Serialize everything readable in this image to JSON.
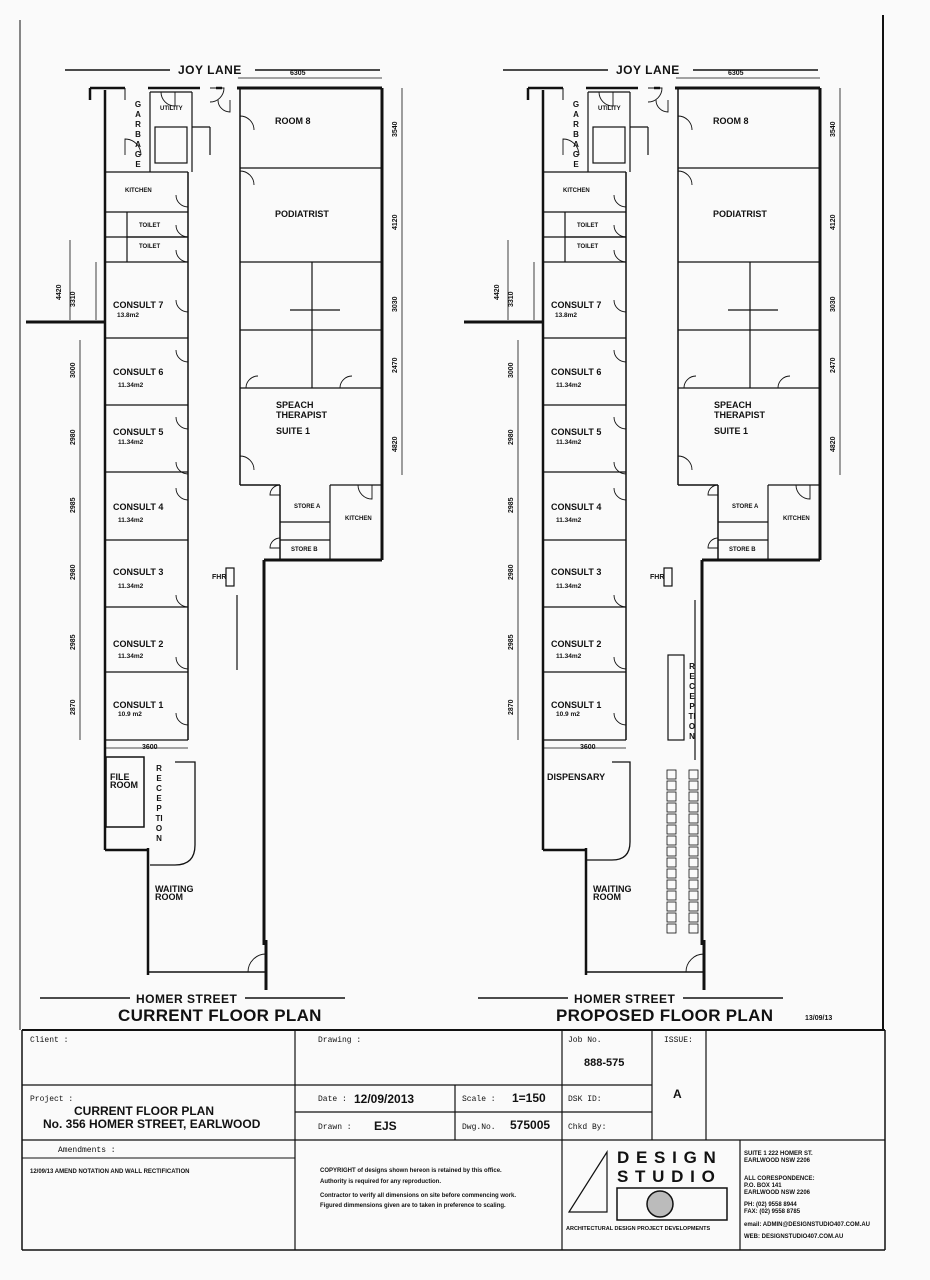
{
  "streets": {
    "top": "JOY LANE",
    "bottom": "HOMER STREET"
  },
  "plans": [
    {
      "title": "CURRENT FLOOR PLAN",
      "rooms": {
        "garbage": "GARBAGE",
        "utility": "UTILITY",
        "kitchen": "KITCHEN",
        "toilet1": "TOILET",
        "toilet2": "TOILET",
        "consult7": "CONSULT 7",
        "consult7_area": "13.8m2",
        "consult6": "CONSULT 6",
        "consult6_area": "11.34m2",
        "consult5": "CONSULT 5",
        "consult5_area": "11.34m2",
        "consult4": "CONSULT 4",
        "consult4_area": "11.34m2",
        "consult3": "CONSULT 3",
        "consult3_area": "11.34m2",
        "consult2": "CONSULT 2",
        "consult2_area": "11.34m2",
        "consult1": "CONSULT 1",
        "consult1_area": "10.9  m2",
        "room8": "ROOM 8",
        "podiatrist": "PODIATRIST",
        "speach1": "SPEACH",
        "speach2": "THERAPIST",
        "suite": "SUITE 1",
        "store_a": "STORE A",
        "store_b": "STORE B",
        "kitchen2": "KITCHEN",
        "fhr": "FHR",
        "file1": "FILE",
        "file2": "ROOM",
        "reception": "RECEPTION",
        "waiting1": "WAITING",
        "waiting2": "ROOM"
      },
      "dims": {
        "top": "6305",
        "d3540": "3540",
        "d4120": "4120",
        "d3030": "3030",
        "d2470": "2470",
        "d4820": "4820",
        "d4420": "4420",
        "d3310": "3310",
        "d3000": "3000",
        "d2980": "2980",
        "d2985": "2985",
        "d2980b": "2980",
        "d2985b": "2985",
        "d2870": "2870",
        "d3600": "3600"
      }
    },
    {
      "title": "PROPOSED FLOOR PLAN",
      "date": "13/09/13",
      "rooms": {
        "garbage": "GARBAGE",
        "utility": "UTILITY",
        "kitchen": "KITCHEN",
        "toilet1": "TOILET",
        "toilet2": "TOILET",
        "consult7": "CONSULT 7",
        "consult7_area": "13.8m2",
        "consult6": "CONSULT 6",
        "consult6_area": "11.34m2",
        "consult5": "CONSULT 5",
        "consult5_area": "11.34m2",
        "consult4": "CONSULT 4",
        "consult4_area": "11.34m2",
        "consult3": "CONSULT 3",
        "consult3_area": "11.34m2",
        "consult2": "CONSULT 2",
        "consult2_area": "11.34m2",
        "consult1": "CONSULT 1",
        "consult1_area": "10.9  m2",
        "room8": "ROOM 8",
        "podiatrist": "PODIATRIST",
        "speach1": "SPEACH",
        "speach2": "THERAPIST",
        "suite": "SUITE 1",
        "store_a": "STORE A",
        "store_b": "STORE B",
        "kitchen2": "KITCHEN",
        "fhr": "FHR",
        "reception": "RECEPTION",
        "dispensary": "DISPENSARY",
        "waiting1": "WAITING",
        "waiting2": "ROOM"
      },
      "dims": {
        "top": "6305",
        "d3540": "3540",
        "d4120": "4120",
        "d3030": "3030",
        "d2470": "2470",
        "d4820": "4820",
        "d4420": "4420",
        "d3310": "3310",
        "d3000": "3000",
        "d2980": "2980",
        "d2985": "2985",
        "d2980b": "2980",
        "d2985b": "2985",
        "d2870": "2870",
        "d3600": "3600"
      }
    }
  ],
  "title_block": {
    "client_label": "Client :",
    "drawing_label": "Drawing :",
    "job_label": "Job No.",
    "job_no": "888-575",
    "issue_label": "ISSUE:",
    "issue": "A",
    "project_label": "Project :",
    "project_line1": "CURRENT FLOOR PLAN",
    "project_line2": "No. 356 HOMER STREET, EARLWOOD",
    "date_label": "Date :",
    "date": "12/09/2013",
    "scale_label": "Scale :",
    "scale": "1=150",
    "dsk_label": "DSK ID:",
    "drawn_label": "Drawn :",
    "drawn": "EJS",
    "dwg_label": "Dwg.No.",
    "dwg_no": "575005",
    "chkd_label": "Chkd By:",
    "amendments_label": "Amendments :",
    "amendment": "12/09/13  AMEND NOTATION AND WALL RECTIFICATION",
    "copyright1": "COPYRIGHT of designs shown hereon is retained by this office.",
    "copyright2": "Authority is required for any reproduction.",
    "copyright3": "Contractor to verify all dimensions on site before commencing work.",
    "copyright4": "Figured dimmensions given are to taken in preference to scaling.",
    "logo_top": "D E S I G N",
    "logo_bottom": "S T U D I O",
    "logo_tag": "ARCHITECTURAL DESIGN PROJECT DEVELOPMENTS",
    "address1": "SUITE 1  222 HOMER ST.",
    "address2": "EARLWOOD        NSW 2206",
    "corr1": "ALL CORESPONDENCE:",
    "corr2": "P.O. BOX 141",
    "corr3": "EARLWOOD  NSW 2206",
    "ph": "PH:   (02)  9558 8944",
    "fax": "FAX:  (02)  9558 8785",
    "email": "email: ADMIN@DESIGNSTUDIO407.COM.AU",
    "web": "WEB:  DESIGNSTUDIO407.COM.AU"
  }
}
